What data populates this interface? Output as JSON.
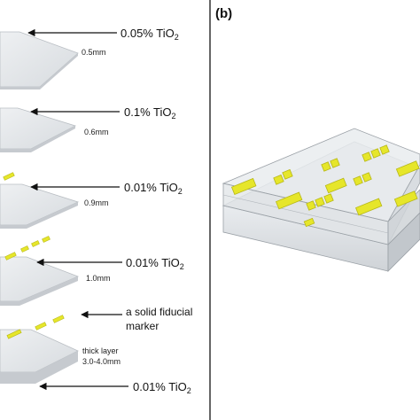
{
  "panel_b_label": "(b)",
  "layers": [
    {
      "concentration": "0.05% TiO",
      "sub": "2",
      "thickness": "0.5mm"
    },
    {
      "concentration": "0.1% TiO",
      "sub": "2",
      "thickness": "0.6mm"
    },
    {
      "concentration": "0.01% TiO",
      "sub": "2",
      "thickness": "0.9mm"
    },
    {
      "concentration": "0.01% TiO",
      "sub": "2",
      "thickness": "1.0mm"
    },
    {
      "concentration": "0.01% TiO",
      "sub": "2",
      "thickness_line1": "thick layer",
      "thickness_line2": "3.0-4.0mm"
    }
  ],
  "marker_label_line1": "a solid fiducial",
  "marker_label_line2": "marker",
  "colors": {
    "layer_top": "#e4e7ea",
    "layer_side": "#c8ccd0",
    "marker": "#e6e62a",
    "marker_dark": "#b7b81a",
    "divider": "#333333"
  }
}
